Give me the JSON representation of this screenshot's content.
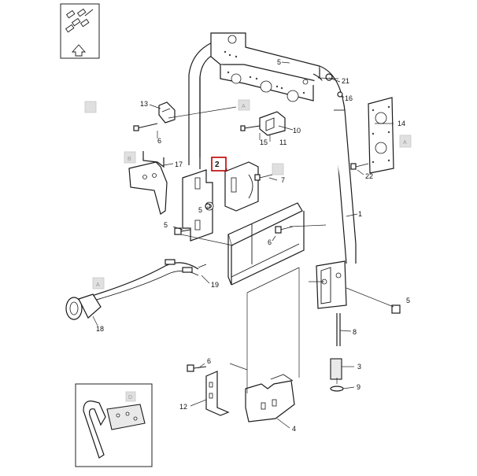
{
  "callouts": [
    {
      "id": "c1",
      "label": "1"
    },
    {
      "id": "c2",
      "label": "2"
    },
    {
      "id": "c3",
      "label": "3"
    },
    {
      "id": "c4",
      "label": "4"
    },
    {
      "id": "c5a",
      "label": "5"
    },
    {
      "id": "c5b",
      "label": "5"
    },
    {
      "id": "c5c",
      "label": "5"
    },
    {
      "id": "c5d",
      "label": "5"
    },
    {
      "id": "c6a",
      "label": "6"
    },
    {
      "id": "c6b",
      "label": "6"
    },
    {
      "id": "c6c",
      "label": "6"
    },
    {
      "id": "c7",
      "label": "7"
    },
    {
      "id": "c8",
      "label": "8"
    },
    {
      "id": "c9",
      "label": "9"
    },
    {
      "id": "c10",
      "label": "10"
    },
    {
      "id": "c11",
      "label": "11"
    },
    {
      "id": "c12",
      "label": "12"
    },
    {
      "id": "c13",
      "label": "13"
    },
    {
      "id": "c14",
      "label": "14"
    },
    {
      "id": "c15",
      "label": "15"
    },
    {
      "id": "c16",
      "label": "16"
    },
    {
      "id": "c17",
      "label": "17"
    },
    {
      "id": "c18",
      "label": "18"
    },
    {
      "id": "c19",
      "label": "19"
    },
    {
      "id": "c21",
      "label": "21"
    },
    {
      "id": "c22",
      "label": "22"
    }
  ],
  "ref_markers": {
    "a1": "A",
    "a2": "A",
    "a3": "A",
    "b": "B",
    "d": "D"
  },
  "highlight_color": "#c00000"
}
